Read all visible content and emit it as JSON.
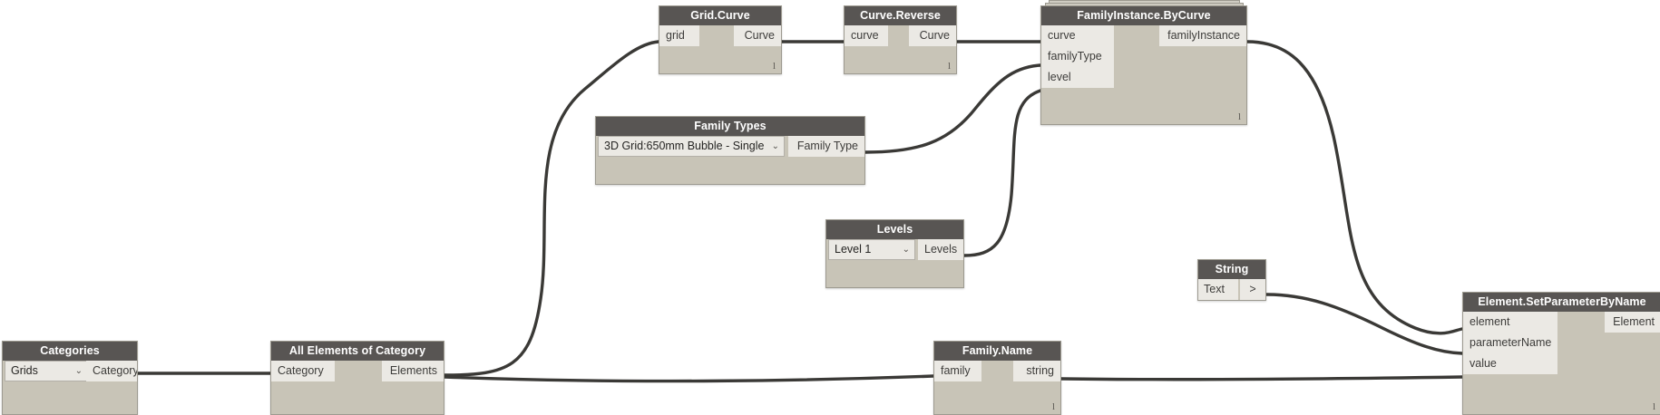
{
  "app": {
    "name": "Dynamo",
    "canvas_background": "#ffffff",
    "node_header_color": "#585553",
    "node_body_color": "#c8c4b7",
    "port_color": "#ebe9e4",
    "wire_color": "#3a3936"
  },
  "nodes": {
    "categories": {
      "title": "Categories",
      "dropdown_value": "Grids",
      "chevron": "⌄",
      "outputs": [
        "Category"
      ],
      "lacing": ""
    },
    "all_elements_of_category": {
      "title": "All Elements of Category",
      "inputs": [
        "Category"
      ],
      "outputs": [
        "Elements"
      ],
      "lacing": ""
    },
    "grid_curve": {
      "title": "Grid.Curve",
      "inputs": [
        "grid"
      ],
      "outputs": [
        "Curve"
      ],
      "lacing": "l"
    },
    "curve_reverse": {
      "title": "Curve.Reverse",
      "inputs": [
        "curve"
      ],
      "outputs": [
        "Curve"
      ],
      "lacing": "l"
    },
    "family_instance_by_curve": {
      "title": "FamilyInstance.ByCurve",
      "inputs": [
        "curve",
        "familyType",
        "level"
      ],
      "outputs": [
        "familyInstance"
      ],
      "lacing": "l"
    },
    "family_types": {
      "title": "Family Types",
      "dropdown_value": "3D Grid:650mm Bubble - Single",
      "chevron": "⌄",
      "outputs": [
        "Family Type"
      ],
      "lacing": ""
    },
    "levels": {
      "title": "Levels",
      "dropdown_value": "Level 1",
      "chevron": "⌄",
      "outputs": [
        "Levels"
      ],
      "lacing": ""
    },
    "family_name": {
      "title": "Family.Name",
      "inputs": [
        "family"
      ],
      "outputs": [
        "string"
      ],
      "lacing": "l"
    },
    "string": {
      "title": "String",
      "input_value": "Text",
      "outputs": [
        ">"
      ],
      "lacing": ""
    },
    "element_set_parameter_by_name": {
      "title": "Element.SetParameterByName",
      "inputs": [
        "element",
        "parameterName",
        "value"
      ],
      "outputs": [
        "Element"
      ],
      "lacing": "l"
    }
  },
  "connections": [
    {
      "from": "categories.Category",
      "to": "all_elements_of_category.Category"
    },
    {
      "from": "all_elements_of_category.Elements",
      "to": "grid_curve.grid"
    },
    {
      "from": "all_elements_of_category.Elements",
      "to": "family_name.family"
    },
    {
      "from": "grid_curve.Curve",
      "to": "curve_reverse.curve"
    },
    {
      "from": "curve_reverse.Curve",
      "to": "family_instance_by_curve.curve"
    },
    {
      "from": "family_types.Family Type",
      "to": "family_instance_by_curve.familyType"
    },
    {
      "from": "levels.Levels",
      "to": "family_instance_by_curve.level"
    },
    {
      "from": "family_instance_by_curve.familyInstance",
      "to": "element_set_parameter_by_name.element"
    },
    {
      "from": "string.>",
      "to": "element_set_parameter_by_name.parameterName"
    },
    {
      "from": "family_name.string",
      "to": "element_set_parameter_by_name.value"
    }
  ]
}
